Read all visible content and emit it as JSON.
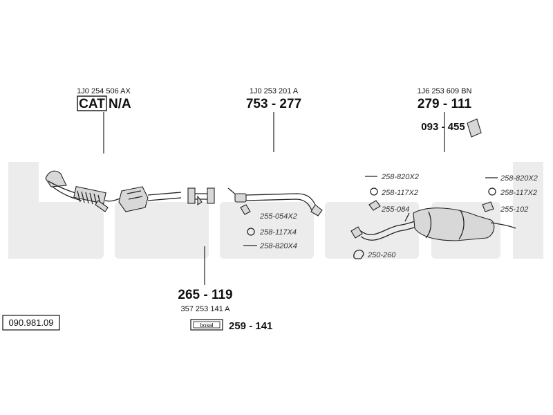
{
  "watermark": "bosal",
  "diagram_code": "090.981.09",
  "sections": {
    "front": {
      "oem": "1J0 254 506 AX",
      "cat_tag": "CAT",
      "part": "N/A"
    },
    "middle": {
      "oem": "1J0 253 201 A",
      "part": "753 - 277"
    },
    "rear": {
      "oem": "1J6 253 609 BN",
      "part": "279 - 111",
      "mount_part": "093 - 455"
    },
    "lower": {
      "part": "265 - 119",
      "oem": "357 253 141 A",
      "kit_part": "259 - 141"
    }
  },
  "small_parts": {
    "p1": "255-054X2",
    "p2": "258-117X4",
    "p3": "258-820X4",
    "p4": "258-820X2",
    "p5": "258-117X2",
    "p6": "255-084",
    "p7": "250-260",
    "p8": "258-820X2",
    "p9": "258-117X2",
    "p10": "255-102"
  },
  "colors": {
    "watermark": "#ececec",
    "line": "#222222",
    "part_fill": "#d8d8d8"
  }
}
